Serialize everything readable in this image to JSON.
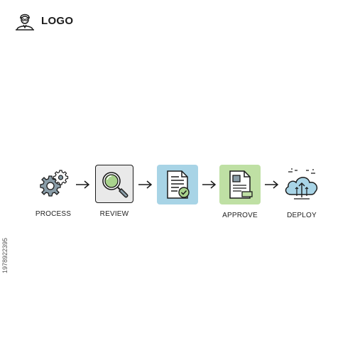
{
  "logo": {
    "text": "LOGO",
    "icon": "user-avatar-icon"
  },
  "flow": {
    "steps": [
      {
        "label": "PROCESS",
        "icon": "gears-icon",
        "tile_color": ""
      },
      {
        "label": "REVIEW",
        "icon": "magnifier-icon",
        "tile_color": "#e9e9e9"
      },
      {
        "label": "",
        "icon": "document-check-icon",
        "tile_color": "#a8d4e6"
      },
      {
        "label": "APPROVE",
        "icon": "document-approve-icon",
        "tile_color": "#bfe0a4"
      },
      {
        "label": "DEPLOY",
        "icon": "cloud-deploy-icon",
        "tile_color": ""
      }
    ]
  },
  "stock_id": "1978922395",
  "colors": {
    "outline": "#1b1b1b",
    "blue": "#a8d4e6",
    "green": "#bfe0a4",
    "gray": "#e9e9e9"
  }
}
